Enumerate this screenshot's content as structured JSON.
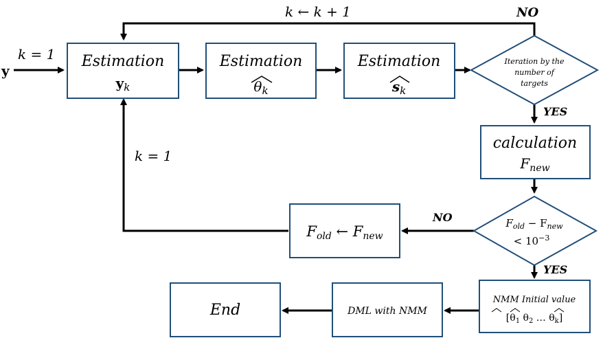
{
  "input_label": "y",
  "k_eq_1_top": "k = 1",
  "k_increment": "k ← k + 1",
  "k_eq_1_left": "k = 1",
  "no_top": "NO",
  "no_mid": "NO",
  "yes_1": "YES",
  "yes_2": "YES",
  "box_est_y": {
    "title": "Estimation",
    "sym": "y",
    "sub": "k"
  },
  "box_est_theta": {
    "title": "Estimation",
    "sym": "θ",
    "sub": "k"
  },
  "box_est_s": {
    "title": "Estimation",
    "sym": "s",
    "sub": "k"
  },
  "decision_iter": {
    "line1": "Iteration by the",
    "line2": "number of",
    "line3": "targets"
  },
  "box_calc": {
    "title": "calculation",
    "sym": "F",
    "sub": "new"
  },
  "decision_conv": {
    "l1a": "F",
    "l1b": "old",
    "l1c": " − F",
    "l1d": "new",
    "l2a": "< 10",
    "l2b": "−3"
  },
  "box_update": {
    "a": "F",
    "a_sub": "old",
    "arrow": " ← F",
    "b_sub": "new"
  },
  "box_nmm": {
    "line1": "NMM Initial value",
    "line2": "[θ",
    "s1": "1",
    "mid1": "  θ",
    "s2": "2",
    "mid2": "  …  θ",
    "s3": "k",
    "end": "]"
  },
  "box_dml": {
    "label": "DML with NMM"
  },
  "box_end": {
    "label": "End"
  }
}
